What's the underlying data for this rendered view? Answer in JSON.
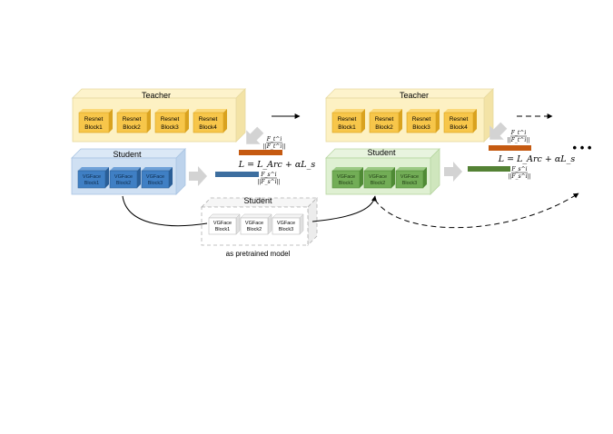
{
  "teacher1": {
    "title": "Teacher",
    "blocks": [
      [
        "Resnet",
        "Block1"
      ],
      [
        "Resnet",
        "Block2"
      ],
      [
        "Resnet",
        "Block3"
      ],
      [
        "Resnet",
        "Block4"
      ]
    ]
  },
  "student1": {
    "title": "Student",
    "blocks": [
      [
        "VGFace",
        "Block1"
      ],
      [
        "VGFace",
        "Block2"
      ],
      [
        "VGFace",
        "Block3"
      ]
    ]
  },
  "teacher2": {
    "title": "Teacher",
    "blocks": [
      [
        "Resnet",
        "Block1"
      ],
      [
        "Resnet",
        "Block2"
      ],
      [
        "Resnet",
        "Block3"
      ],
      [
        "Resnet",
        "Block4"
      ]
    ]
  },
  "student2": {
    "title": "Student",
    "blocks": [
      [
        "VGFace",
        "Block1"
      ],
      [
        "VGFace",
        "Block2"
      ],
      [
        "VGFace",
        "Block3"
      ]
    ]
  },
  "pretrained": {
    "title": "Student",
    "blocks": [
      [
        "VGFace",
        "Block1"
      ],
      [
        "VGFace",
        "Block2"
      ],
      [
        "VGFace",
        "Block3"
      ]
    ],
    "caption": "as pretrained model"
  },
  "loss": "L = L_Arc + αL_s",
  "feat_teacher": {
    "num": "F_t^i",
    "den": "||F_t^i||"
  },
  "feat_student": {
    "num": "F_s^i",
    "den": "||F_s^i||"
  },
  "ellipsis": "• • •",
  "colors": {
    "teacher_box": "#fdf1c3",
    "teacher_block": "#f7c64a",
    "student1_box": "#cfe0f3",
    "student1_block": "#3f7fc4",
    "student2_box": "#dff0d2",
    "student2_block": "#72ad56",
    "teacher_bar": "#c55a11",
    "student1_bar": "#3d6e9f",
    "student2_bar": "#548235"
  }
}
